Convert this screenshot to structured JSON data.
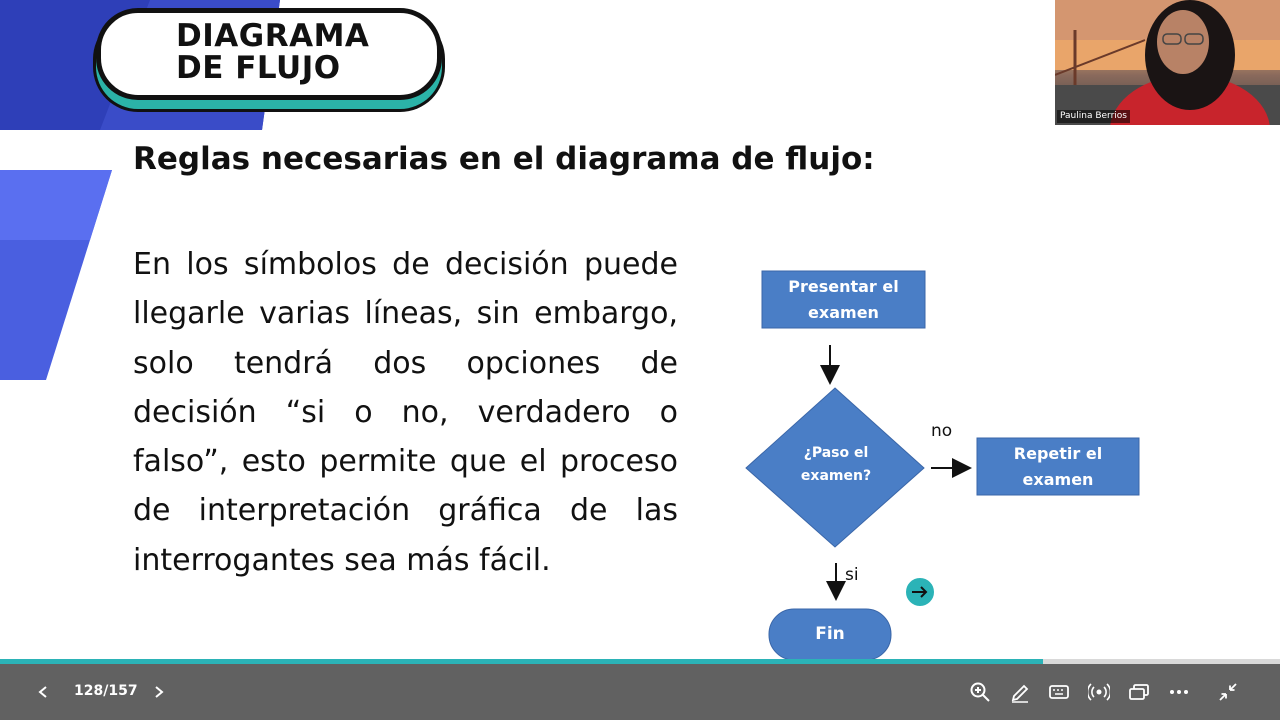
{
  "slide": {
    "title_line1": "DIAGRAMA",
    "title_line2": "DE FLUJO",
    "subtitle": "Reglas necesarias en el diagrama de flujo:",
    "body": "En los símbolos de decisión puede llegarle varias líneas, sin embargo, solo tendrá dos opciones de decisión “si o no, verdadero o falso”, esto permite que el proceso de interpretación gráfica de las interrogantes sea más fácil.",
    "flowchart": {
      "start_line1": "Presentar el",
      "start_line2": "examen",
      "decision_line1": "¿Paso el",
      "decision_line2": "examen?",
      "no_label": "no",
      "repeat_line1": "Repetir el",
      "repeat_line2": "examen",
      "yes_label": "si",
      "end_label": "Fin"
    },
    "colors": {
      "accent_teal": "#2bb3a8",
      "deco_blue": "#4a5fe0",
      "flow_blue": "#4a7ec6"
    }
  },
  "video": {
    "participant_name": "Paulina Berrios"
  },
  "presentation": {
    "progress_percent": 81.5
  },
  "toolbar": {
    "page_indicator": "128/157",
    "icons": [
      "chevron-left-icon",
      "chevron-right-icon",
      "zoom-in-icon",
      "pen-icon",
      "keyboard-icon",
      "broadcast-icon",
      "screen-share-icon",
      "more-icon",
      "exit-fullscreen-icon"
    ]
  }
}
